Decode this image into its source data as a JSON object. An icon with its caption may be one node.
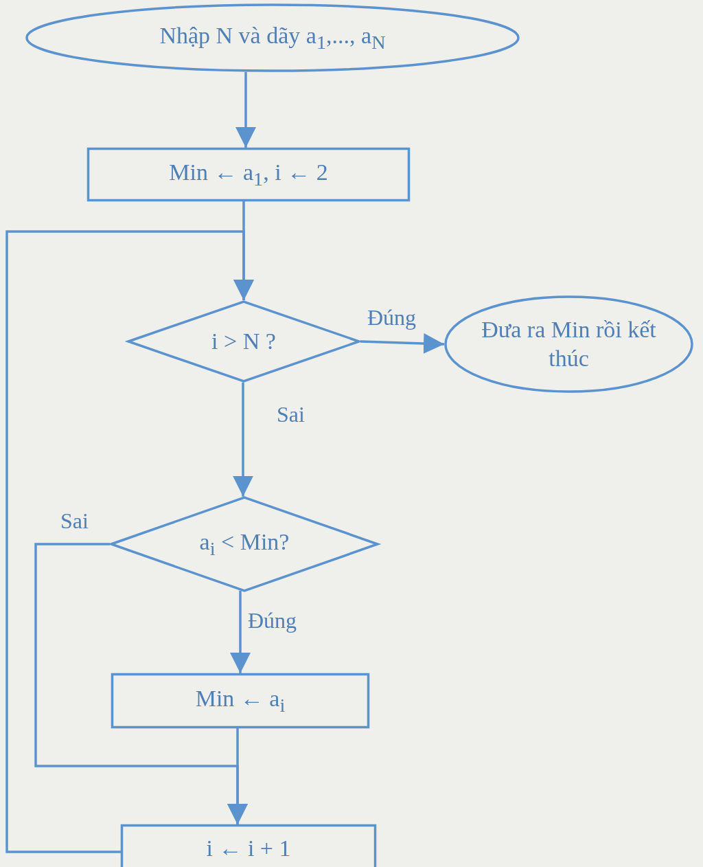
{
  "diagram": {
    "nodes": [
      {
        "text": [
          "Nhập N và dãy a$_{1}$,..., a$_{N}$"
        ]
      },
      {
        "text": [
          "Min ← a$_{1}$, i ← 2"
        ]
      },
      {
        "text": [
          "i > N ?"
        ]
      },
      {
        "text": [
          "Đưa ra Min rồi kết thúc"
        ]
      },
      {
        "text": [
          "a$_{i}$ < Min?"
        ]
      },
      {
        "text": [
          "Min ← a$_{i}$"
        ]
      },
      {
        "text": [
          "i ← i + 1"
        ]
      }
    ],
    "edges": [
      {
        "from": 0,
        "to": 1,
        "arrow": "to"
      },
      {
        "from": 1,
        "to": 2,
        "arrow": "to"
      },
      {
        "from": 2,
        "to": 3,
        "arrow": "to",
        "label": "Đúng"
      },
      {
        "from": 2,
        "to": 4,
        "arrow": "to",
        "label": "Sai"
      },
      {
        "from": 4,
        "to": 5,
        "arrow": "to",
        "label": "Đúng"
      },
      {
        "from": 4,
        "to": 6,
        "arrow": "to",
        "label": "Sai"
      },
      {
        "from": 5,
        "to": 6,
        "arrow": "to"
      },
      {
        "from": 6,
        "to": 2,
        "arrow": "to"
      }
    ]
  }
}
